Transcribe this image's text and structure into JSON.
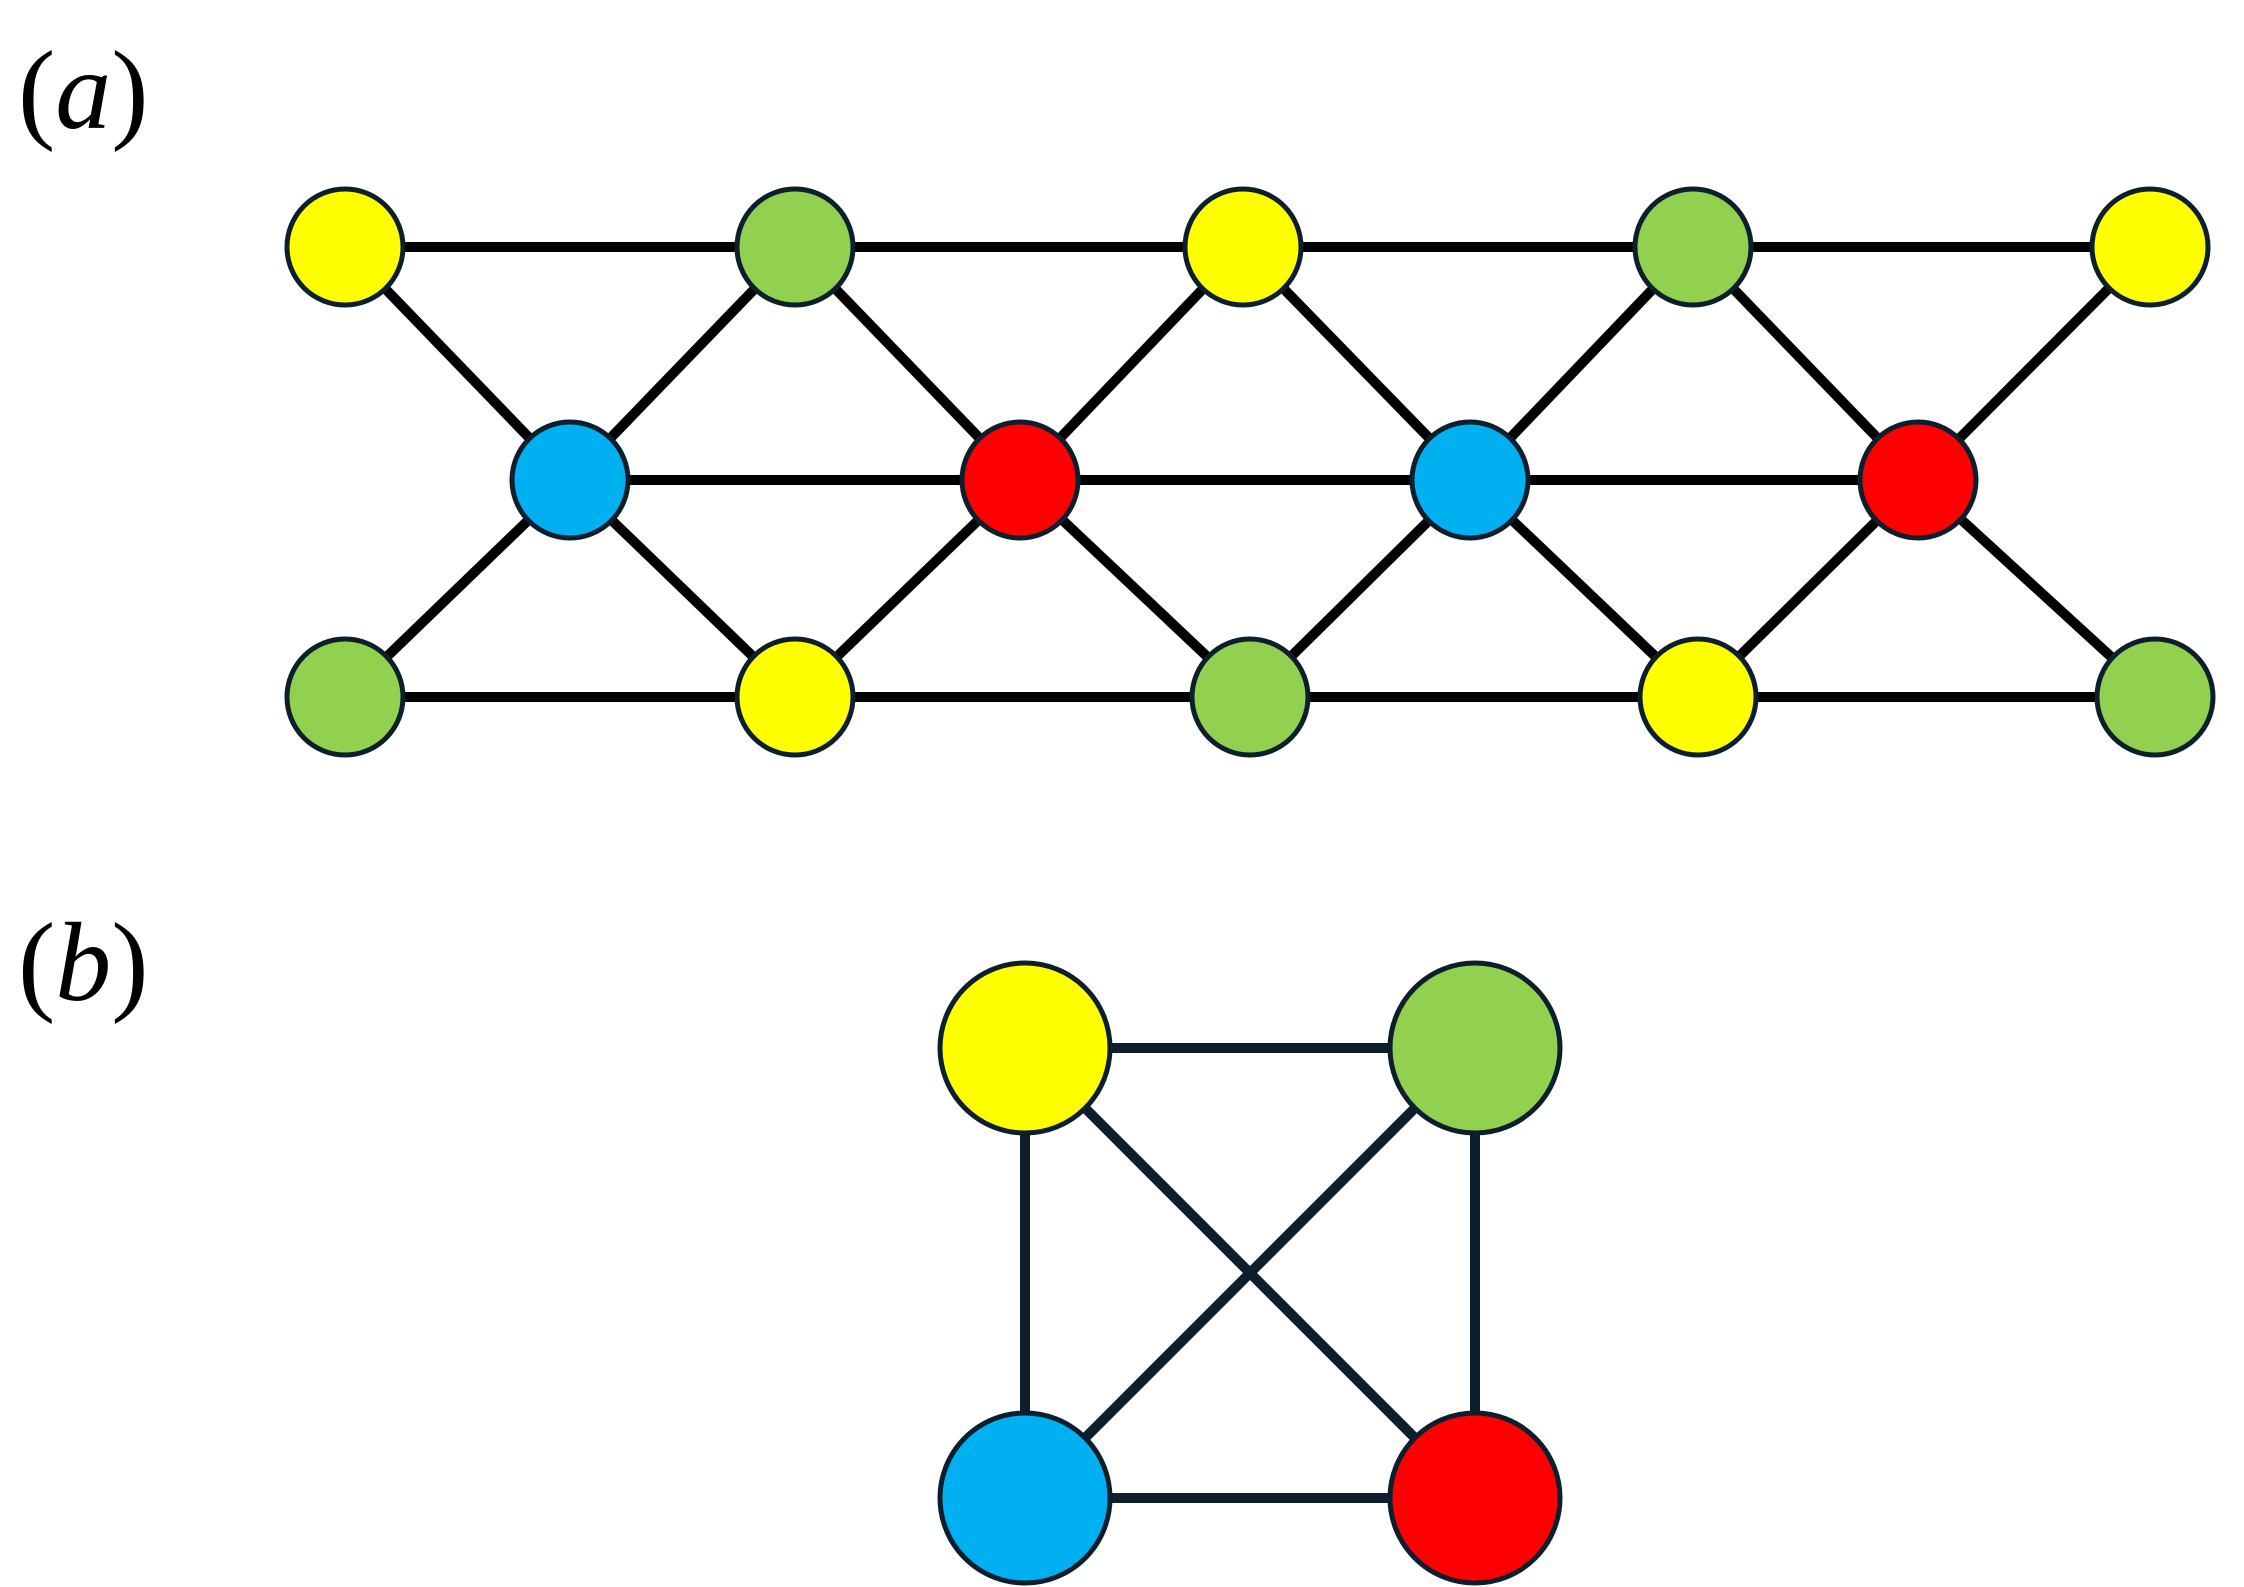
{
  "colors": {
    "yellow": "#FFFF00",
    "green": "#92D050",
    "blue": "#00B0F0",
    "red": "#FF0000",
    "edge": "#000000",
    "edge_b": "#0D1F2D",
    "node_outline": "#0D1F2D"
  },
  "panels": [
    {
      "id": "a",
      "label_open": "(",
      "label_letter": "a",
      "label_close": ")",
      "graph": {
        "nodes": [
          {
            "id": "t0",
            "color": "yellow"
          },
          {
            "id": "t1",
            "color": "green"
          },
          {
            "id": "t2",
            "color": "yellow"
          },
          {
            "id": "t3",
            "color": "green"
          },
          {
            "id": "t4",
            "color": "yellow"
          },
          {
            "id": "m0",
            "color": "blue"
          },
          {
            "id": "m1",
            "color": "red"
          },
          {
            "id": "m2",
            "color": "blue"
          },
          {
            "id": "m3",
            "color": "red"
          },
          {
            "id": "b0",
            "color": "green"
          },
          {
            "id": "b1",
            "color": "yellow"
          },
          {
            "id": "b2",
            "color": "green"
          },
          {
            "id": "b3",
            "color": "yellow"
          },
          {
            "id": "b4",
            "color": "green"
          }
        ],
        "edges": [
          [
            "t0",
            "t1"
          ],
          [
            "t1",
            "t2"
          ],
          [
            "t2",
            "t3"
          ],
          [
            "t3",
            "t4"
          ],
          [
            "m0",
            "m1"
          ],
          [
            "m1",
            "m2"
          ],
          [
            "m2",
            "m3"
          ],
          [
            "b0",
            "b1"
          ],
          [
            "b1",
            "b2"
          ],
          [
            "b2",
            "b3"
          ],
          [
            "b3",
            "b4"
          ],
          [
            "t0",
            "m0"
          ],
          [
            "t1",
            "m0"
          ],
          [
            "t1",
            "m1"
          ],
          [
            "t2",
            "m1"
          ],
          [
            "t2",
            "m2"
          ],
          [
            "t3",
            "m2"
          ],
          [
            "t3",
            "m3"
          ],
          [
            "t4",
            "m3"
          ],
          [
            "b0",
            "m0"
          ],
          [
            "b1",
            "m0"
          ],
          [
            "b1",
            "m1"
          ],
          [
            "b2",
            "m1"
          ],
          [
            "b2",
            "m2"
          ],
          [
            "b3",
            "m2"
          ],
          [
            "b3",
            "m3"
          ],
          [
            "b4",
            "m3"
          ]
        ]
      }
    },
    {
      "id": "b",
      "label_open": "(",
      "label_letter": "b",
      "label_close": ")",
      "graph": {
        "nodes": [
          {
            "id": "tl",
            "color": "yellow"
          },
          {
            "id": "tr",
            "color": "green"
          },
          {
            "id": "bl",
            "color": "blue"
          },
          {
            "id": "br",
            "color": "red"
          }
        ],
        "edges": [
          [
            "tl",
            "tr"
          ],
          [
            "bl",
            "br"
          ],
          [
            "tl",
            "bl"
          ],
          [
            "tr",
            "br"
          ],
          [
            "tl",
            "br"
          ],
          [
            "tr",
            "bl"
          ]
        ]
      }
    }
  ]
}
